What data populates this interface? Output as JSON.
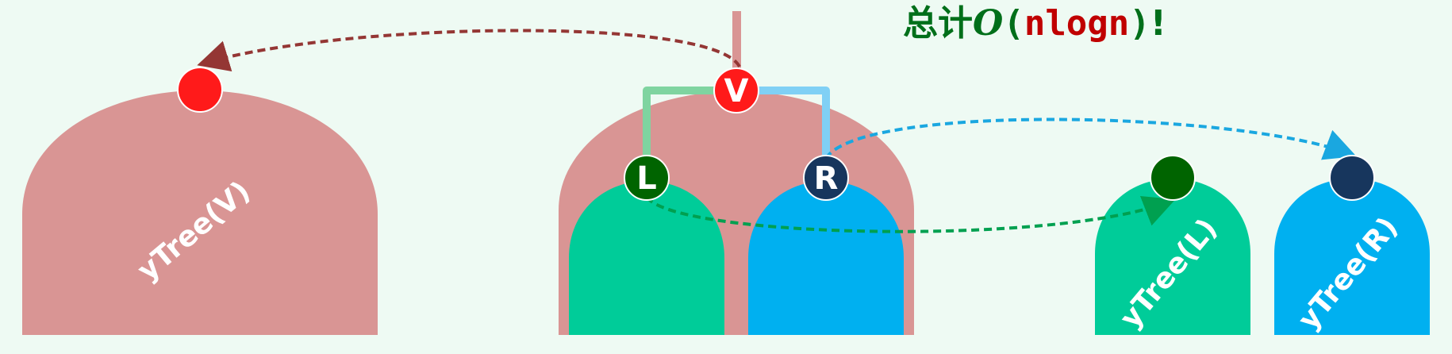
{
  "title": {
    "prefix": "总计",
    "big_o": "O",
    "open_paren": "(",
    "expr": "nlogn",
    "close_paren": ")",
    "exclaim": "!"
  },
  "nodes": {
    "v": "V",
    "l": "L",
    "r": "R"
  },
  "trees": {
    "v": "yTree(V)",
    "l": "yTree(L)",
    "r": "yTree(R)"
  },
  "colors": {
    "background": "#eefaf3",
    "v_tree": "#d99594",
    "l_tree": "#00cc99",
    "r_tree": "#00b0f0",
    "v_node": "#ff1a1a",
    "l_node": "#006400",
    "r_node": "#17365d",
    "v_arrow": "#943634",
    "l_arrow": "#00a050",
    "r_arrow": "#1aa7e0",
    "title_green": "#006f1a",
    "title_red": "#c00000"
  }
}
